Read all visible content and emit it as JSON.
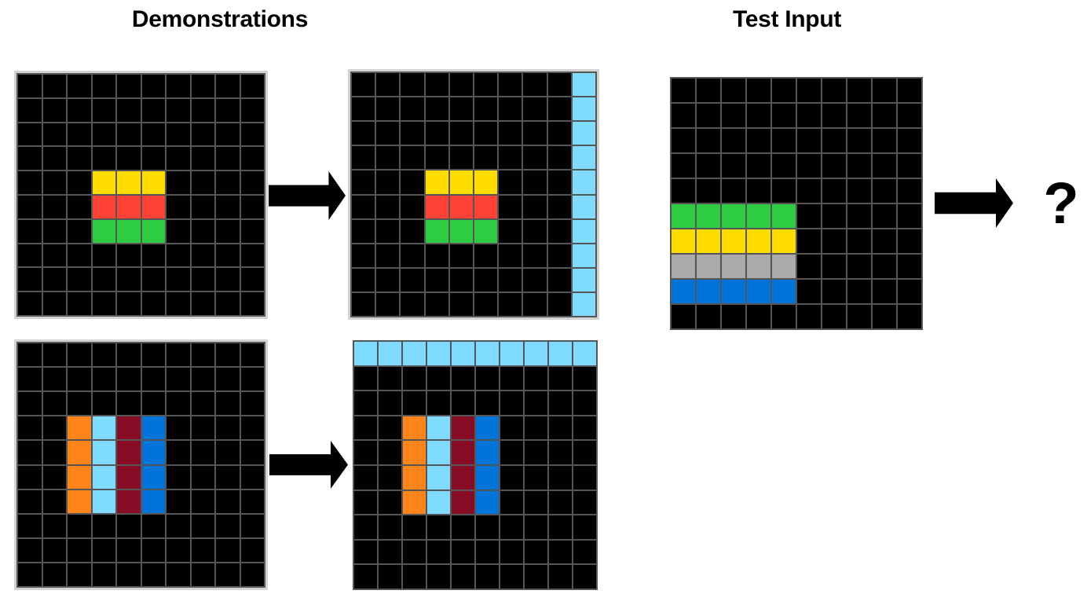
{
  "titles": {
    "demonstrations": "Demonstrations",
    "test": "Test Input"
  },
  "question_mark": "?",
  "arrow_color": "#000000",
  "gridline_color": "#555555",
  "frame_color": "#D2D2D2",
  "background_color": "#FFFFFF",
  "palette": {
    "0": "#000000",
    "1": "#0074D9",
    "2": "#FF4136",
    "3": "#2ECC40",
    "4": "#FFDC00",
    "5": "#AAAAAA",
    "7": "#FF851B",
    "8": "#7FDBFF",
    "9": "#870C25"
  },
  "palette_names": {
    "0": "black",
    "1": "blue",
    "2": "red",
    "3": "green",
    "4": "yellow",
    "5": "gray",
    "7": "orange",
    "8": "sky-blue",
    "9": "maroon"
  },
  "grids": {
    "demo1_input": {
      "label": "demonstration-1-input",
      "rows": [
        "0000000000",
        "0000000000",
        "0000000000",
        "0000000000",
        "0004440000",
        "0002220000",
        "0003330000",
        "0000000000",
        "0000000000",
        "0000000000"
      ]
    },
    "demo1_output": {
      "label": "demonstration-1-output",
      "rows": [
        "0000000008",
        "0000000008",
        "0000000008",
        "0000000008",
        "0004440008",
        "0002220008",
        "0003330008",
        "0000000008",
        "0000000008",
        "0000000008"
      ]
    },
    "demo2_input": {
      "label": "demonstration-2-input",
      "rows": [
        "0000000000",
        "0000000000",
        "0000000000",
        "0078910000",
        "0078910000",
        "0078910000",
        "0078910000",
        "0000000000",
        "0000000000",
        "0000000000"
      ]
    },
    "demo2_output": {
      "label": "demonstration-2-output",
      "rows": [
        "8888888888",
        "0000000000",
        "0000000000",
        "0078910000",
        "0078910000",
        "0078910000",
        "0078910000",
        "0000000000",
        "0000000000",
        "0000000000"
      ]
    },
    "test_input": {
      "label": "test-input",
      "rows": [
        "0000000000",
        "0000000000",
        "0000000000",
        "0000000000",
        "0000000000",
        "3333300000",
        "4444400000",
        "5555500000",
        "1111100000",
        "0000000000"
      ]
    }
  }
}
